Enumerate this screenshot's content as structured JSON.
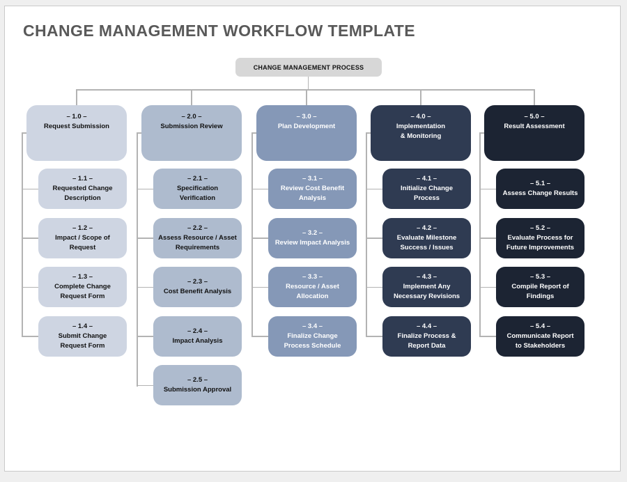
{
  "page": {
    "title": "CHANGE MANAGEMENT WORKFLOW TEMPLATE"
  },
  "root_box": {
    "label": "CHANGE MANAGEMENT PROCESS",
    "bg": "#d7d7d7"
  },
  "colors": {
    "title": "#595959",
    "connector": "#b3b3b3",
    "page_background": "#ffffff",
    "outer_background": "#efefef"
  },
  "columns": [
    {
      "number": "– 1.0 –",
      "label": "Request Submission",
      "bg": "#ced5e2",
      "text": "#111111",
      "items": [
        {
          "number": "– 1.1 –",
          "label": "Requested Change\nDescription"
        },
        {
          "number": "– 1.2 –",
          "label": "Impact / Scope of\nRequest"
        },
        {
          "number": "– 1.3 –",
          "label": "Complete Change\nRequest Form"
        },
        {
          "number": "– 1.4 –",
          "label": "Submit Change\nRequest Form"
        }
      ]
    },
    {
      "number": "– 2.0 –",
      "label": "Submission Review",
      "bg": "#aebbce",
      "text": "#111111",
      "items": [
        {
          "number": "– 2.1 –",
          "label": "Specification\nVerification"
        },
        {
          "number": "– 2.2 –",
          "label": "Assess Resource / Asset\nRequirements"
        },
        {
          "number": "– 2.3 –",
          "label": "Cost Benefit Analysis"
        },
        {
          "number": "– 2.4 –",
          "label": "Impact Analysis"
        },
        {
          "number": "– 2.5 –",
          "label": "Submission Approval"
        }
      ]
    },
    {
      "number": "– 3.0 –",
      "label": "Plan Development",
      "bg": "#8598b7",
      "text": "#ffffff",
      "items": [
        {
          "number": "– 3.1 –",
          "label": "Review Cost Benefit\nAnalysis"
        },
        {
          "number": "– 3.2 –",
          "label": "Review Impact Analysis"
        },
        {
          "number": "– 3.3 –",
          "label": "Resource / Asset\nAllocation"
        },
        {
          "number": "– 3.4 –",
          "label": "Finalize Change\nProcess Schedule"
        }
      ]
    },
    {
      "number": "– 4.0 –",
      "label": "Implementation\n& Monitoring",
      "bg": "#2f3b52",
      "text": "#ffffff",
      "items": [
        {
          "number": "– 4.1 –",
          "label": "Initialize Change\nProcess"
        },
        {
          "number": "– 4.2 –",
          "label": "Evaluate Milestone\nSuccess / Issues"
        },
        {
          "number": "– 4.3 –",
          "label": "Implement Any\nNecessary Revisions"
        },
        {
          "number": "– 4.4 –",
          "label": "Finalize Process &\nReport Data"
        }
      ]
    },
    {
      "number": "– 5.0 –",
      "label": "Result Assessment",
      "bg": "#1c2433",
      "text": "#ffffff",
      "items": [
        {
          "number": "– 5.1 –",
          "label": "Assess Change Results"
        },
        {
          "number": "– 5.2 –",
          "label": "Evaluate Process for\nFuture Improvements"
        },
        {
          "number": "– 5.3 –",
          "label": "Compile Report of\nFindings"
        },
        {
          "number": "– 5.4 –",
          "label": "Communicate Report\nto Stakeholders"
        }
      ]
    }
  ]
}
